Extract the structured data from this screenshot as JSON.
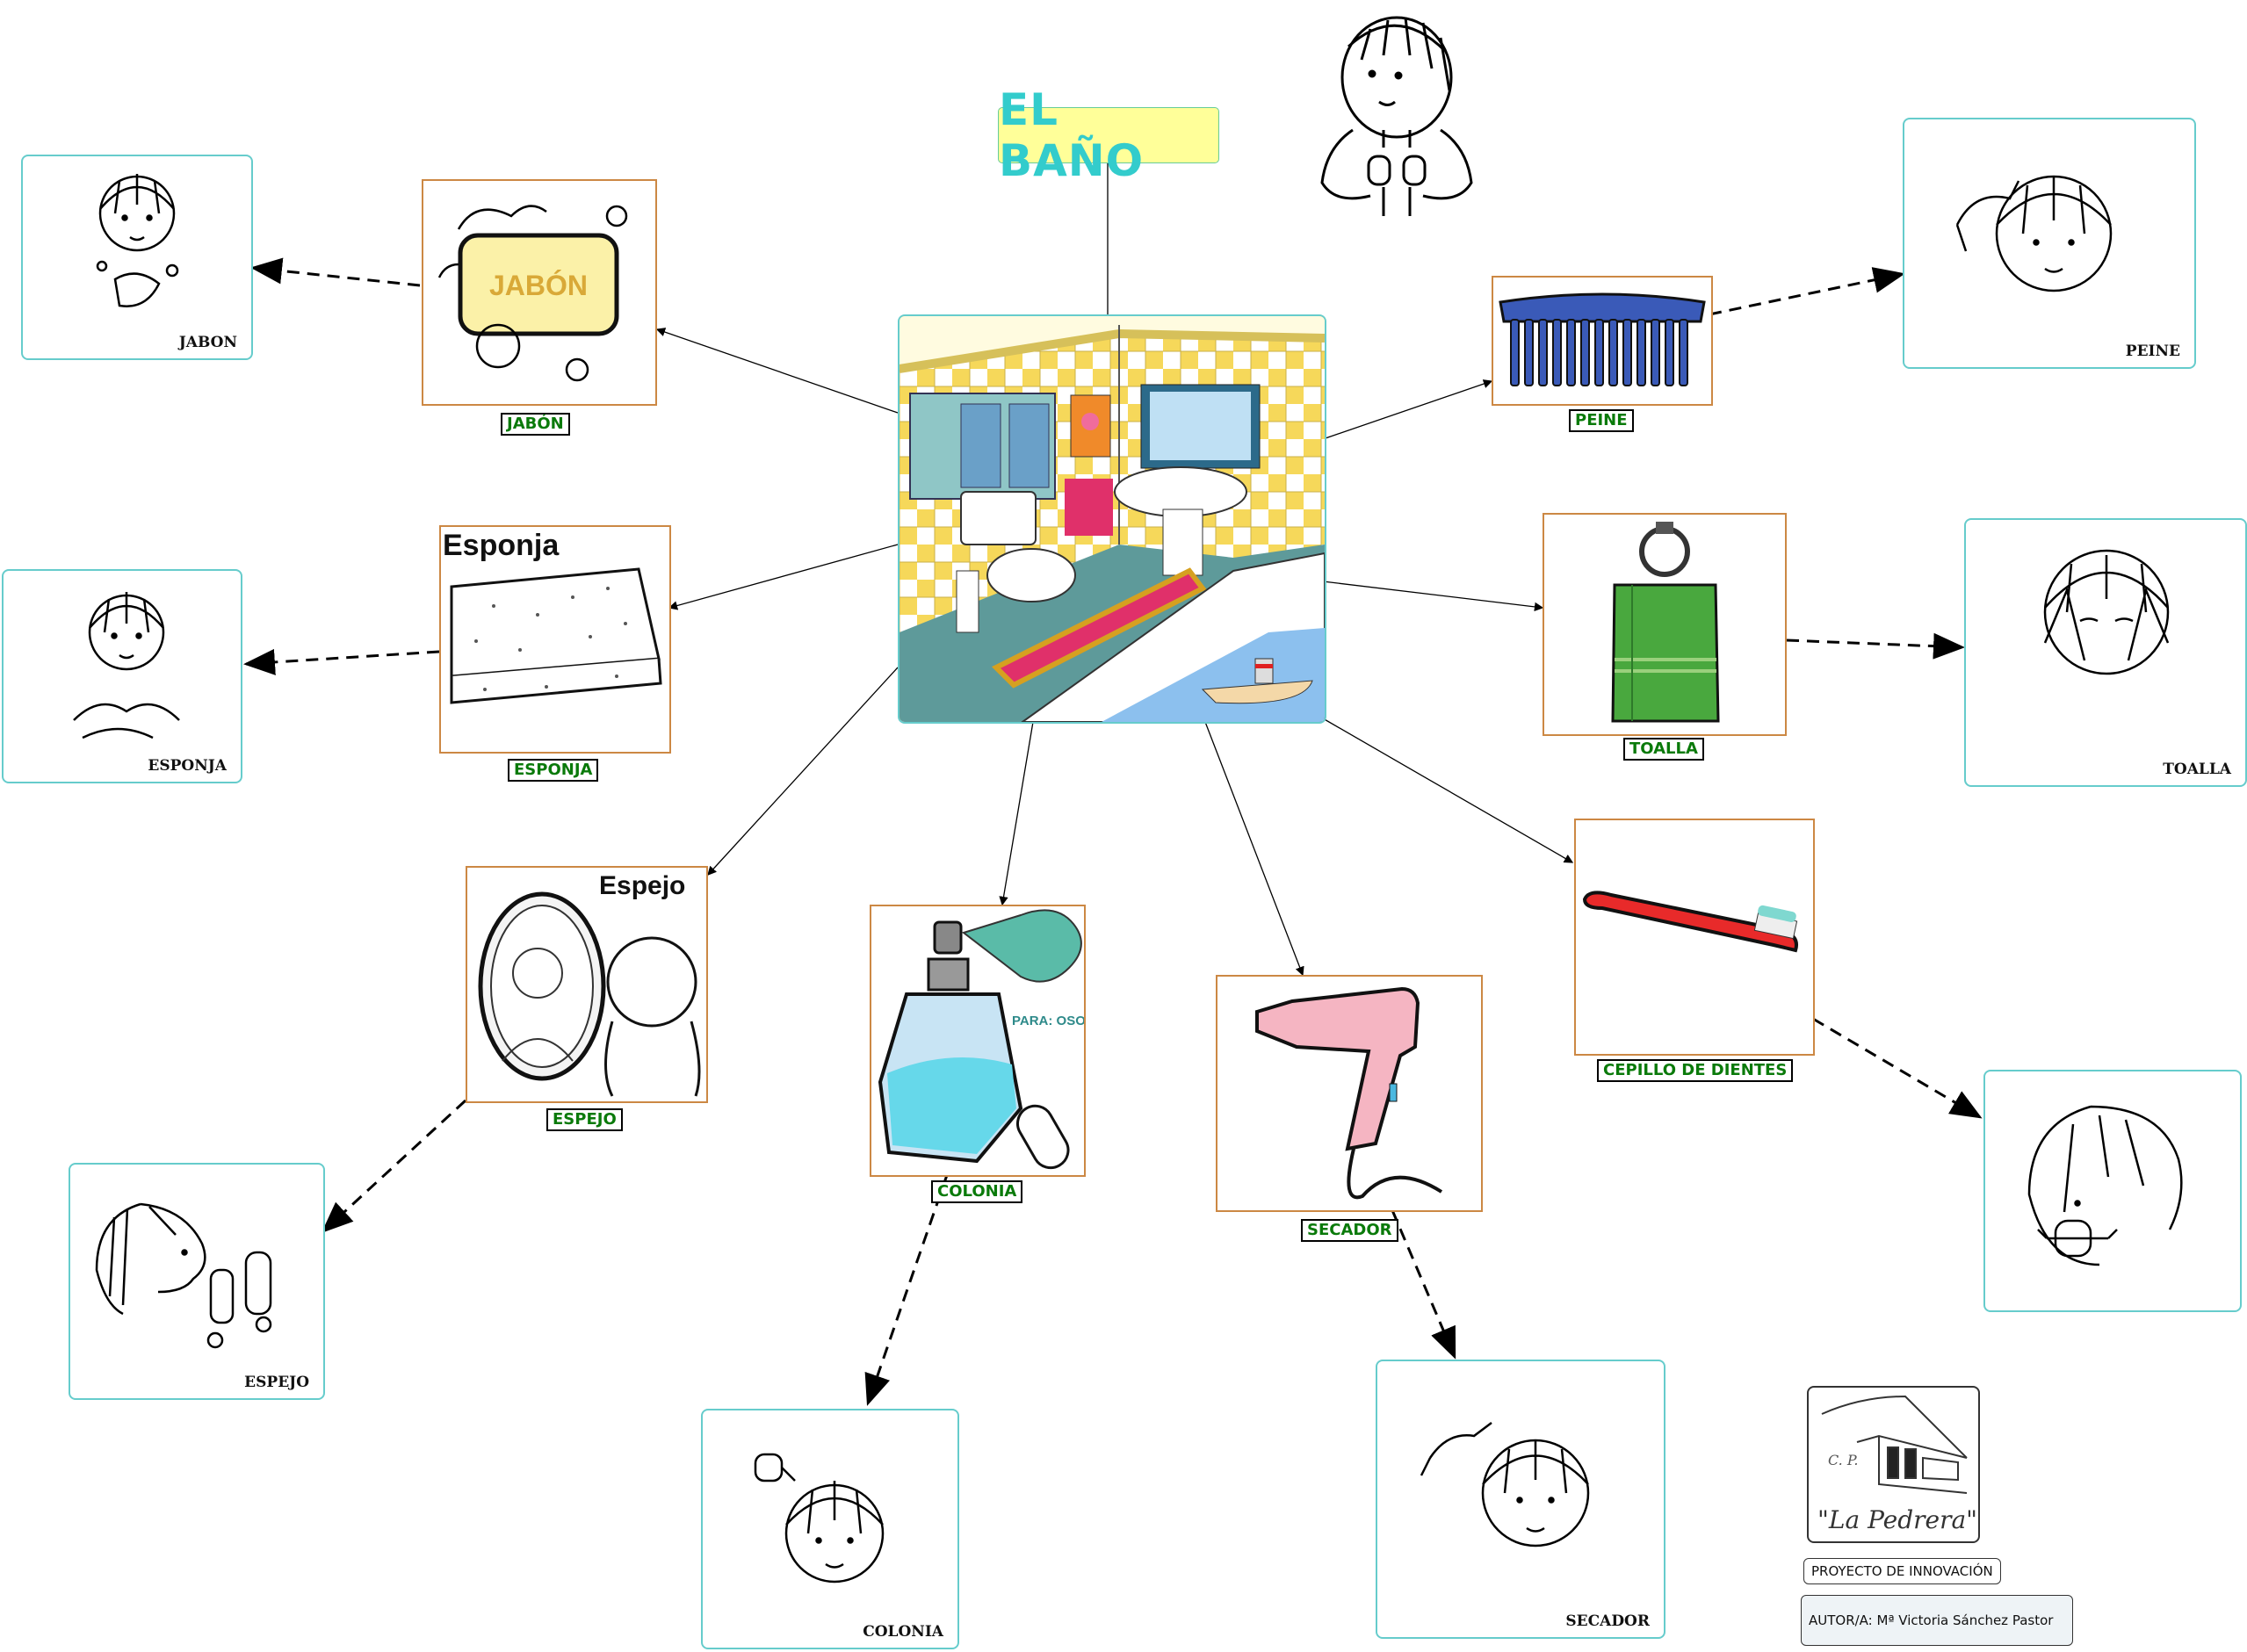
{
  "title": "EL BAÑO",
  "center": {
    "name": "bathroom-scene"
  },
  "objects": [
    {
      "id": "jabon",
      "label": "JABÓN",
      "picture_text": "JABÓN",
      "sign_label": "JABON"
    },
    {
      "id": "esponja",
      "label": "ESPONJA",
      "picture_text": "Esponja",
      "sign_label": "ESPONJA"
    },
    {
      "id": "espejo",
      "label": "ESPEJO",
      "picture_text": "Espejo",
      "sign_label": "ESPEJO"
    },
    {
      "id": "colonia",
      "label": "COLONIA",
      "picture_text": "PARA: OSO",
      "sign_label": "COLONIA"
    },
    {
      "id": "secador",
      "label": "SECADOR",
      "sign_label": "SECADOR"
    },
    {
      "id": "cepillo",
      "label": "CEPILLO DE DIENTES",
      "sign_label": ""
    },
    {
      "id": "toalla",
      "label": "TOALLA",
      "sign_label": "TOALLA"
    },
    {
      "id": "peine",
      "label": "PEINE",
      "sign_label": "PEINE"
    }
  ],
  "footer": {
    "logo_text_top": "C. P.",
    "logo_text": "\"La Pedrera\"",
    "project": "PROYECTO DE INNOVACIÓN",
    "author": "AUTOR/A: Mª Victoria Sánchez Pastor"
  },
  "colors": {
    "title_bg": "#ffff99",
    "title_text": "#33cccc",
    "tag_text": "#0a7a0a",
    "object_border": "#cc8844",
    "sign_border": "#66cccc"
  }
}
